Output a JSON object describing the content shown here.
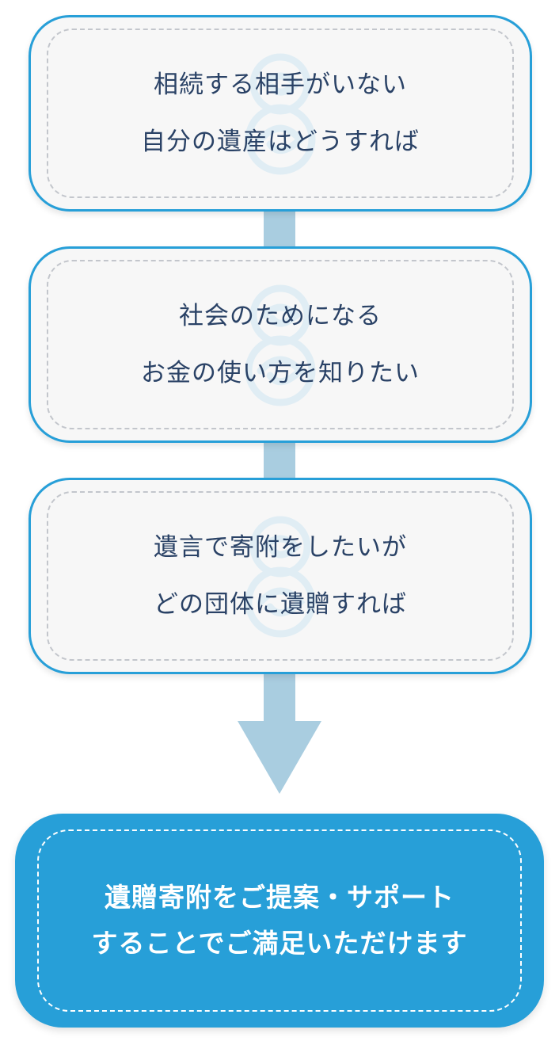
{
  "steps": [
    {
      "lines": [
        "相続する相手がいない",
        "自分の遺産はどうすれば"
      ]
    },
    {
      "lines": [
        "社会のためになる",
        "お金の使い方を知りたい"
      ]
    },
    {
      "lines": [
        "遺言で寄附をしたいが",
        "どの団体に遺贈すれば"
      ]
    }
  ],
  "result": {
    "lines": [
      "遺贈寄附をご提案・サポート",
      "することでご満足いただけます"
    ]
  },
  "colors": {
    "accent": "#279fd8",
    "connector": "#a9cde0",
    "box_bg": "#f7f7f7",
    "text": "#2a4266",
    "watermark": "#cfe6f3"
  },
  "icons": {
    "watermark": "swirl-logo-icon",
    "arrow": "down-arrow-icon"
  }
}
